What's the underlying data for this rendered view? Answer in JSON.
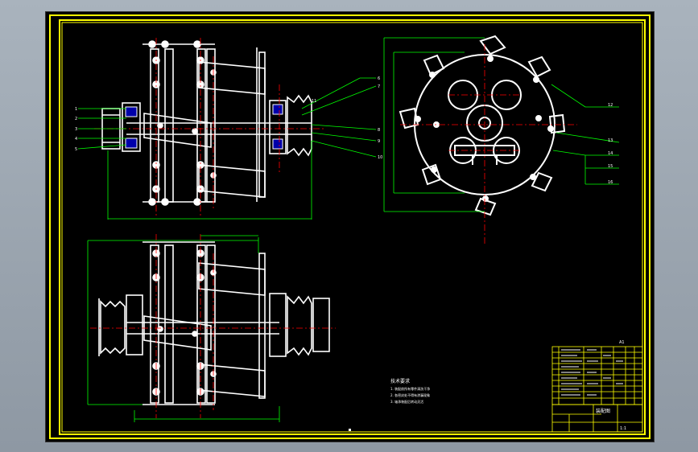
{
  "app": {
    "title": "",
    "colors": {
      "background": "#000000",
      "frame": "#ffff00",
      "geometry": "#ffffff",
      "centerline": "#ff0000",
      "dimension": "#00ff00",
      "hidden_fill": "#0000aa",
      "window_bg": "#a9b3bd"
    }
  },
  "drawing": {
    "tech_requirements_title": "技术要求",
    "tech_requirements_lines": [
      "1. 装配前所有零件清洗干净",
      "2. 各密封处不得有渗漏现象",
      "3. 轴承装配后转动灵活"
    ],
    "title_block_label": "装配图",
    "scale_label": "1:1",
    "corner_code": "A1",
    "balloon_numbers_left": [
      "1",
      "2",
      "3",
      "4",
      "5"
    ],
    "balloon_numbers_right": [
      "6",
      "7",
      "8",
      "9",
      "10",
      "11"
    ],
    "balloon_numbers_wheel": [
      "12",
      "13",
      "14",
      "15",
      "16"
    ]
  }
}
